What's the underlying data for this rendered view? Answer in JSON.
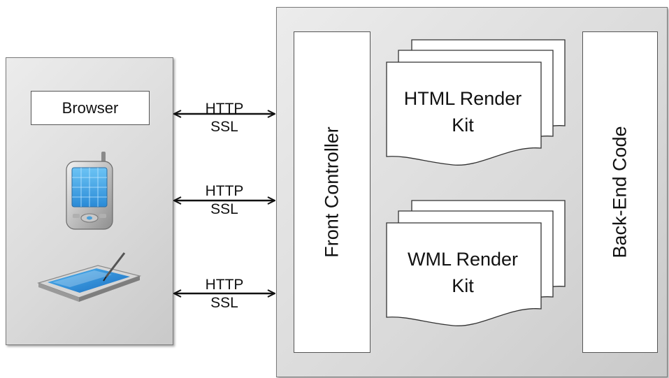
{
  "client": {
    "browser_label": "Browser",
    "devices": [
      "smartphone-icon",
      "tablet-stylus-icon"
    ]
  },
  "connections": [
    {
      "protocol": "HTTP",
      "security": "SSL"
    },
    {
      "protocol": "HTTP",
      "security": "SSL"
    },
    {
      "protocol": "HTTP",
      "security": "SSL"
    }
  ],
  "server": {
    "front_controller": "Front Controller",
    "render_kits": [
      {
        "line1": "HTML Render",
        "line2": "Kit"
      },
      {
        "line1": "WML Render",
        "line2": "Kit"
      }
    ],
    "back_end": "Back-End Code"
  },
  "colors": {
    "panel": "#d9d9d9",
    "border": "#555555",
    "phone_screen": "#3ea6e8",
    "tablet_screen": "#2f8fd8"
  }
}
